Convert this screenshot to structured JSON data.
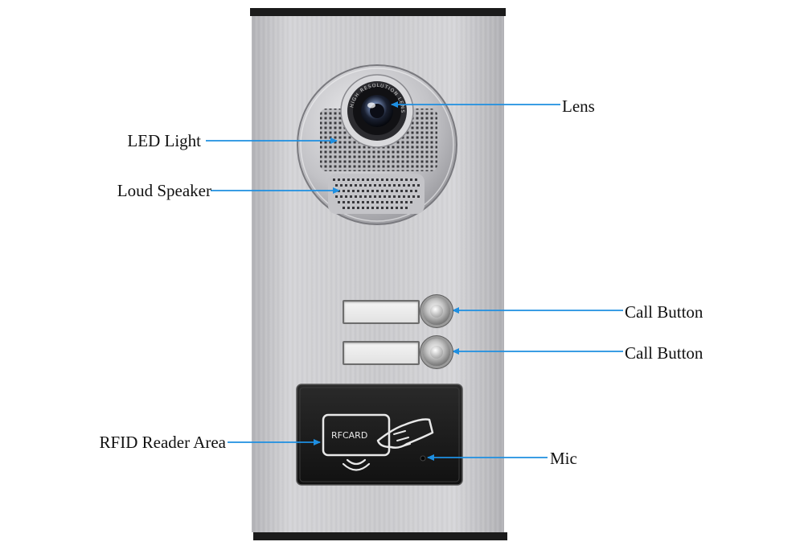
{
  "labels": {
    "lens": "Lens",
    "led_light": "LED Light",
    "loud_speaker": "Loud Speaker",
    "call_button_1": "Call Button",
    "call_button_2": "Call Button",
    "rfid_reader_area": "RFID Reader Area",
    "mic": "Mic"
  },
  "device": {
    "lens_ring_text": "HIGH RESOLUTION LENS",
    "card_text": "RFCARD"
  },
  "colors": {
    "arrow": "#1e8fe1",
    "panel": "#c9c9cc",
    "reader": "#1a1a1a"
  }
}
